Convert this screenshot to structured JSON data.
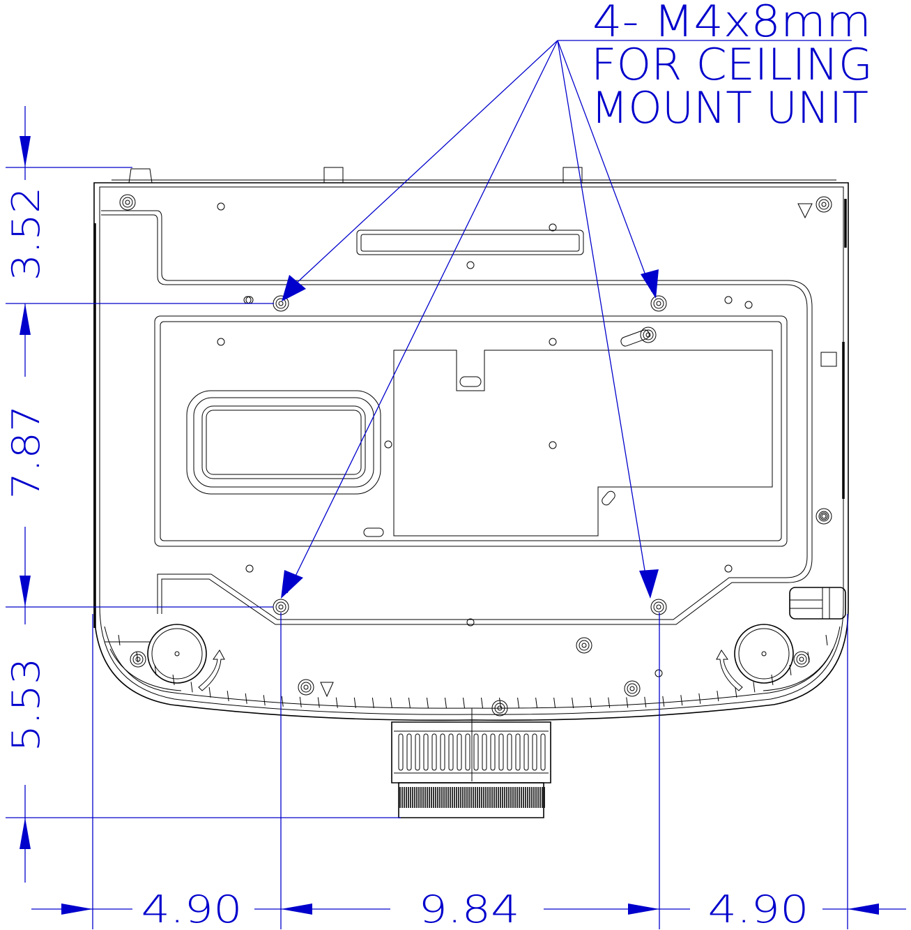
{
  "colors": {
    "dimension": "#0000cc",
    "outline": "#000000",
    "background": "#ffffff"
  },
  "callout": {
    "line1": "4- M4x8mm",
    "line2": "FOR CEILING",
    "line3": "MOUNT UNIT"
  },
  "dimensions": {
    "vertical": [
      "3.52",
      "7.87",
      "5.53"
    ],
    "horizontal": [
      "4.90",
      "9.84",
      "4.90"
    ]
  },
  "icons": [
    "mount-screw-icon",
    "foot-knob-icon",
    "warning-triangle-icon",
    "rotate-arrow-icon",
    "lens-icon"
  ]
}
